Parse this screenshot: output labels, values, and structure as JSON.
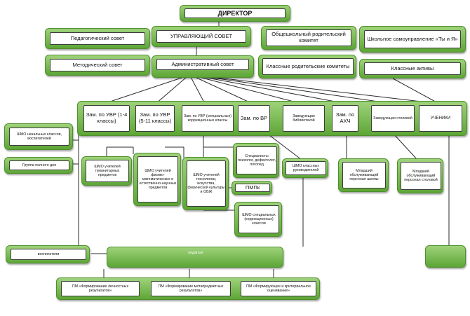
{
  "nodes": {
    "director": "ДИРЕКТОР",
    "ped_council": "Педагогический совет",
    "managing_council": "УПРАВЛЯЮЩИЙ СОВЕТ",
    "school_parents_committee": "Общешкольный родительский комитет",
    "school_self_government": "Школьное самоуправление «Ты и Я»",
    "method_council": "Методический совет",
    "admin_council": "Административный совет",
    "class_parents_committees": "Классные родительские комитеты",
    "class_activists": "Классные активы",
    "deputy_uvr_1_4": "Зам. по УВР (1-4 классы)",
    "deputy_uvr_5_11": "Зам. по УВР (5-11 классы)",
    "deputy_uvr_special": "Зам. по УВР (специальных) коррекционных классы",
    "deputy_vr": "Зам. по ВР",
    "head_library": "Заведующая библиотекой",
    "deputy_ahch": "Зам. по АХЧ",
    "head_canteen": "Заведующая столовой",
    "students": "УЧЕНИКИ",
    "shmo_primary": "ШМО начальных классов, воспитателей",
    "full_day_group": "Группа полного дня",
    "shmo_humanities": "ШМО учителей гуманитарных предметов",
    "shmo_science": "ШМО учителей физико-математических и естественно-научных предметов",
    "shmo_tech": "ШМО учителей технологии, искусства, физической культуры и ОБЖ",
    "specialists": "Специалисты психолог, дефектолог, логопед",
    "pmpk": "ПМПк",
    "shmo_special": "ШМО специальных (коррекционных) классов",
    "shmo_class_teachers": "ШМО классных руководителей",
    "junior_staff_school": "Младший обслуживающий персонал школы",
    "junior_staff_canteen": "Младший обслуживающий персонал столовой",
    "educators": "воспитатели",
    "teachers": "педагоги",
    "pm_personal": "ПМ «Формирование личностных результатов»",
    "pm_metasubject": "ПМ «Формирование метапредметных результатов»",
    "pm_assessment": "ПМ «Формирующее и критериальное оценивание»"
  },
  "colors": {
    "green_light": "#9ed27a",
    "green_dark": "#5da636",
    "border": "#3d3d3d",
    "line": "#2b2b2b"
  }
}
